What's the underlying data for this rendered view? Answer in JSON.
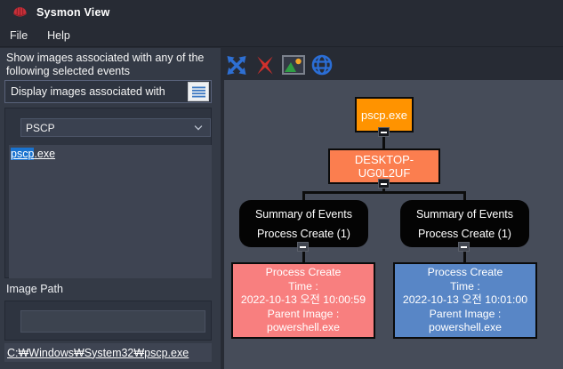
{
  "window": {
    "title": "Sysmon View",
    "app_icon": "red-shell-logo"
  },
  "menu": {
    "items": [
      {
        "label": "File"
      },
      {
        "label": "Help"
      }
    ]
  },
  "left_panel": {
    "intro": "Show images associated with any of the following selected events",
    "display_label": "Display images associated with",
    "display_button_icon": "list-view-icon",
    "combo": {
      "value": "PSCP",
      "icon": "chevron-down-icon"
    },
    "image_list": [
      {
        "selected_part": "pscp",
        "rest": ".exe"
      }
    ],
    "image_path_label": "Image Path",
    "image_path_value": "",
    "path_link": "C:₩Windows₩System32₩pscp.exe"
  },
  "toolbar": {
    "icons": [
      {
        "name": "expand-arrows-icon",
        "color": "#2e6fd2"
      },
      {
        "name": "close-x-icon",
        "color": "#d2302c"
      },
      {
        "name": "image-icon",
        "color": "#2f9e44"
      },
      {
        "name": "globe-icon",
        "color": "#2b6ed6"
      }
    ]
  },
  "graph": {
    "root": {
      "label": "pscp.exe",
      "color": "#ff9300"
    },
    "host": {
      "label": "DESKTOP-UG0L2UF",
      "color": "#fb7e4f"
    },
    "summaries": [
      {
        "line1": "Summary of Events",
        "line2": "Process Create (1)"
      },
      {
        "line1": "Summary of Events",
        "line2": "Process Create (1)"
      }
    ],
    "events": [
      {
        "color": "#f87f7f",
        "lines": [
          "Process Create",
          "Time :",
          "2022-10-13 오전 10:00:59",
          "Parent Image :",
          "powershell.exe"
        ]
      },
      {
        "color": "#5886c6",
        "lines": [
          "Process Create",
          "Time :",
          "2022-10-13 오전 10:01:00",
          "Parent Image :",
          "powershell.exe"
        ]
      }
    ],
    "collapse_glyph": "minus"
  }
}
